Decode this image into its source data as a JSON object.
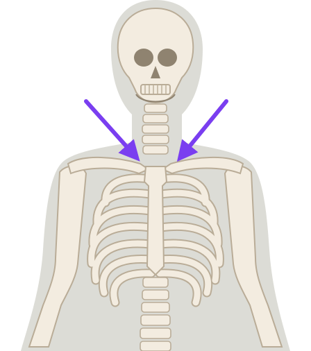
{
  "figure": {
    "subject": "human-skeleton-upper-torso",
    "highlight": "clavicles",
    "colors": {
      "background": "#ffffff",
      "body_silhouette": "#dcdcd6",
      "bone_fill": "#f3ece0",
      "bone_stroke": "#b9ac97",
      "bone_shadow": "#8f8370",
      "arrow": "#7a3ef0"
    },
    "arrows": [
      {
        "name": "left-clavicle-arrow",
        "points_to": "left-clavicle"
      },
      {
        "name": "right-clavicle-arrow",
        "points_to": "right-clavicle"
      }
    ]
  }
}
